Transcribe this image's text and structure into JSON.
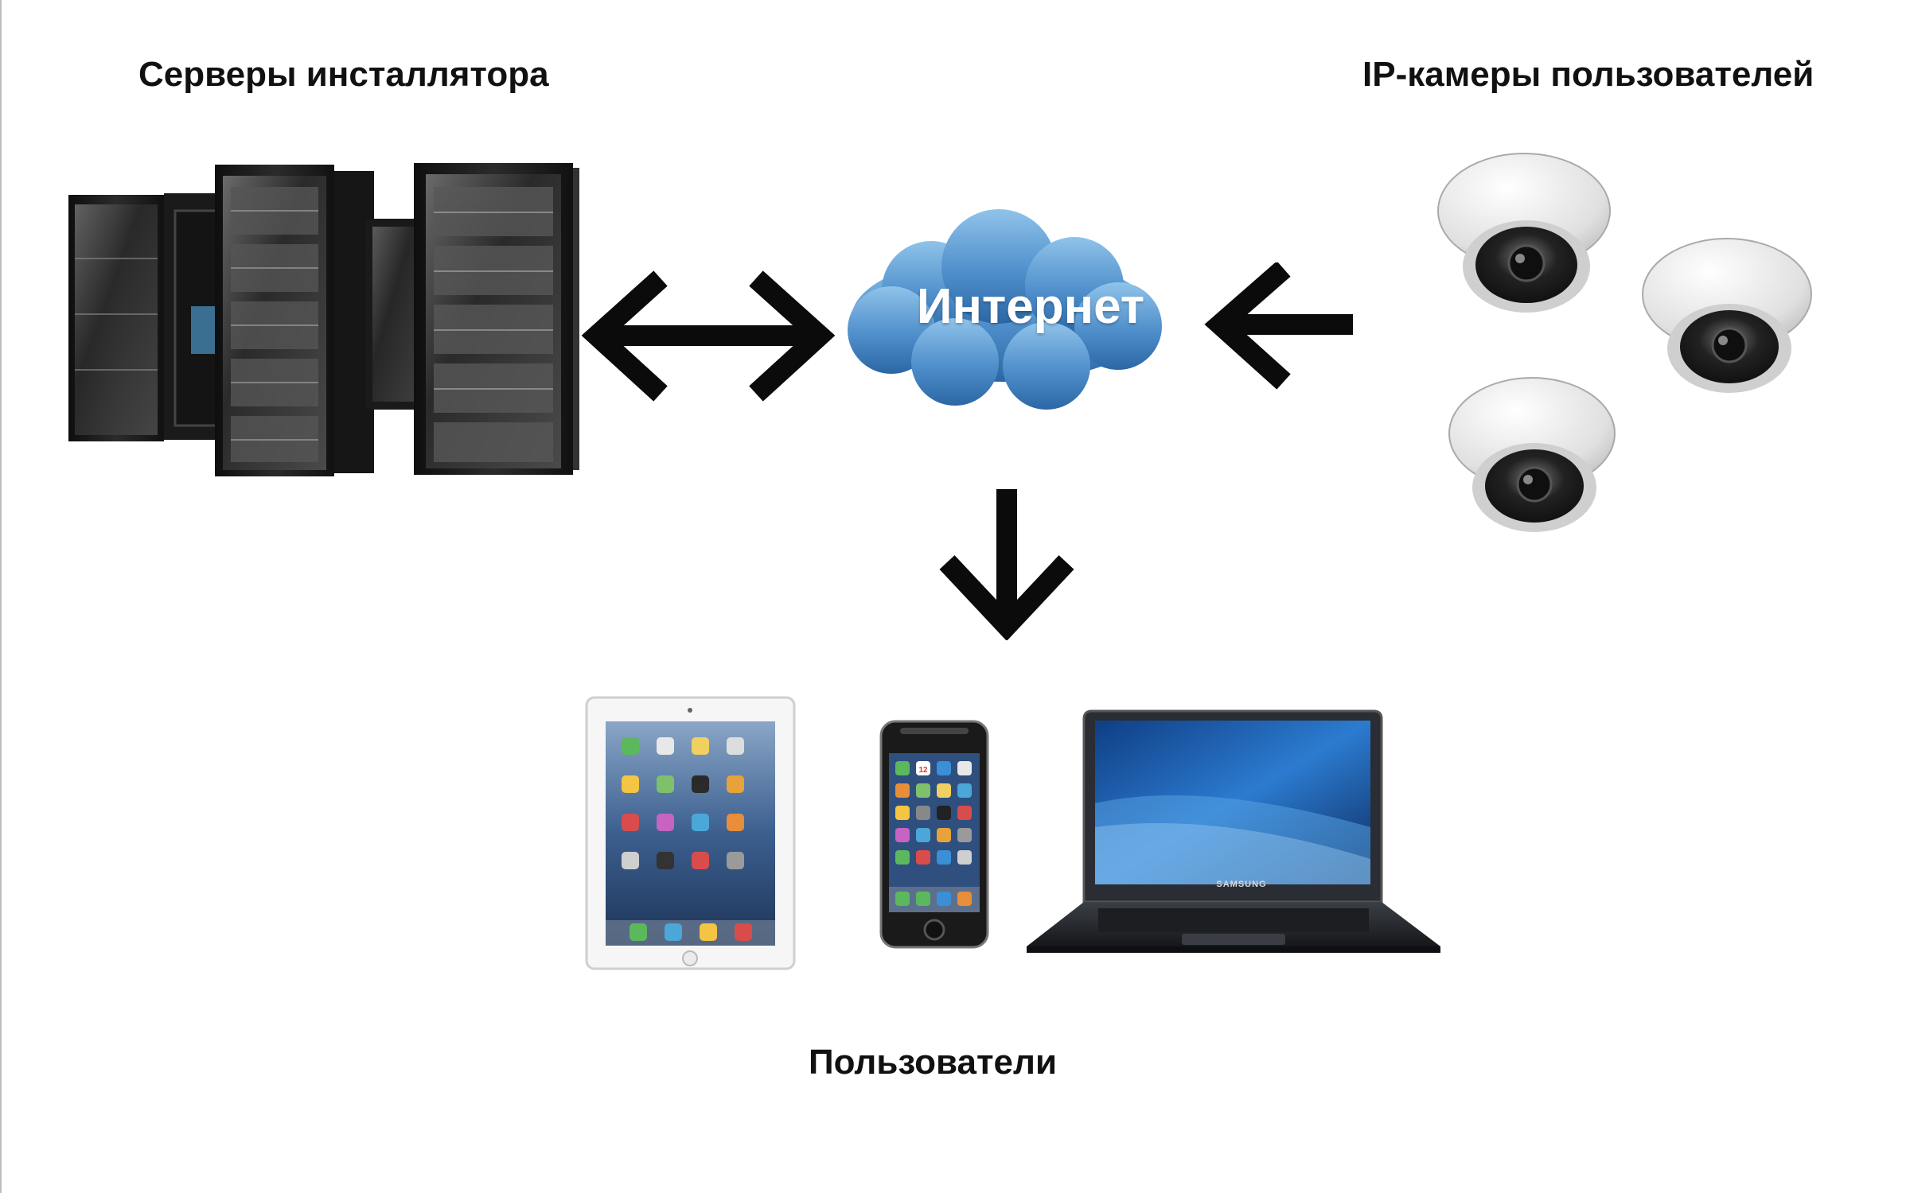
{
  "labels": {
    "servers": "Серверы инсталлятора",
    "cameras": "IP-камеры пользователей",
    "users": "Пользователи",
    "cloud": "Интернет"
  },
  "laptop_brand": "SAMSUNG",
  "phone_calendar_date": "12",
  "icons": {
    "servers": "server-rack-icon",
    "cameras": "dome-camera-icon",
    "tablet": "tablet-icon",
    "phone": "smartphone-icon",
    "laptop": "laptop-icon",
    "cloud": "cloud-icon"
  },
  "colors": {
    "cloud_top": "#7fb8e6",
    "cloud_bottom": "#2f6fae",
    "arrow": "#0b0b0b",
    "rack": "#1c1c1c",
    "camera_body": "#ececec",
    "lens": "#2a2a2a",
    "screen_blue": "#1d5fb0"
  }
}
